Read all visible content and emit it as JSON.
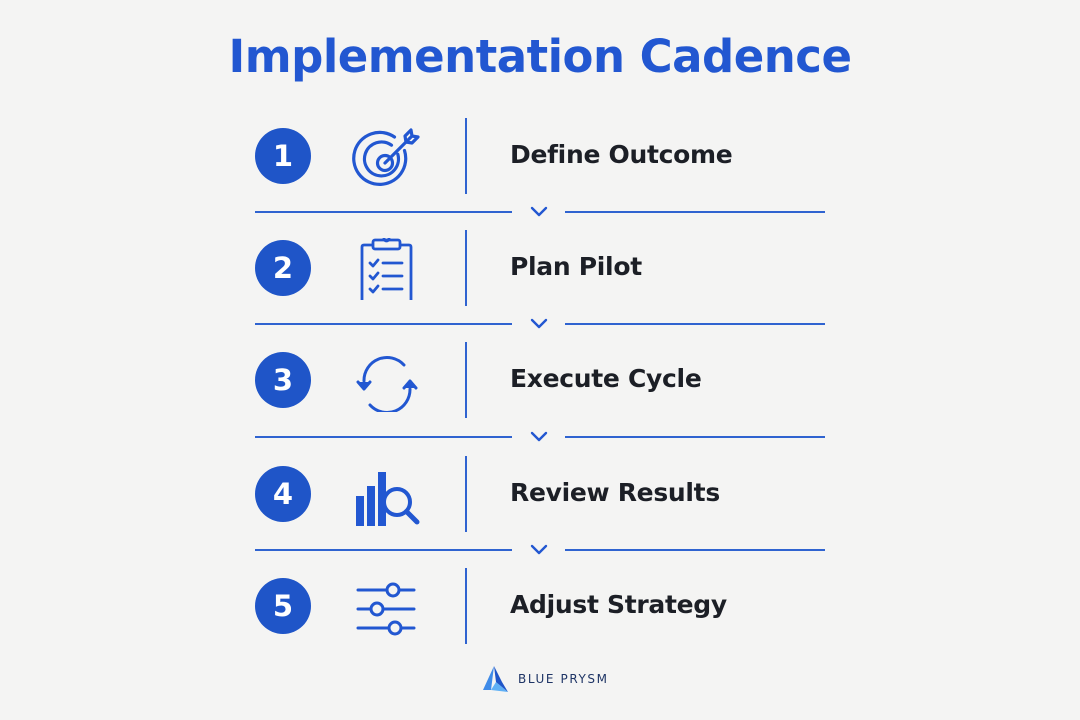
{
  "title": "Implementation Cadence",
  "steps": [
    {
      "number": "1",
      "label": "Define Outcome",
      "icon": "target-icon"
    },
    {
      "number": "2",
      "label": "Plan Pilot",
      "icon": "clipboard-checklist-icon"
    },
    {
      "number": "3",
      "label": "Execute Cycle",
      "icon": "cycle-arrows-icon"
    },
    {
      "number": "4",
      "label": "Review Results",
      "icon": "bar-chart-magnifier-icon"
    },
    {
      "number": "5",
      "label": "Adjust Strategy",
      "icon": "sliders-icon"
    }
  ],
  "brand": {
    "name": "BLUE PRYSM",
    "icon": "prism-logo-icon"
  },
  "colors": {
    "accent": "#2257d1",
    "badge": "#1f55c8",
    "label_text": "#1c1f26",
    "background": "#f4f4f3"
  }
}
